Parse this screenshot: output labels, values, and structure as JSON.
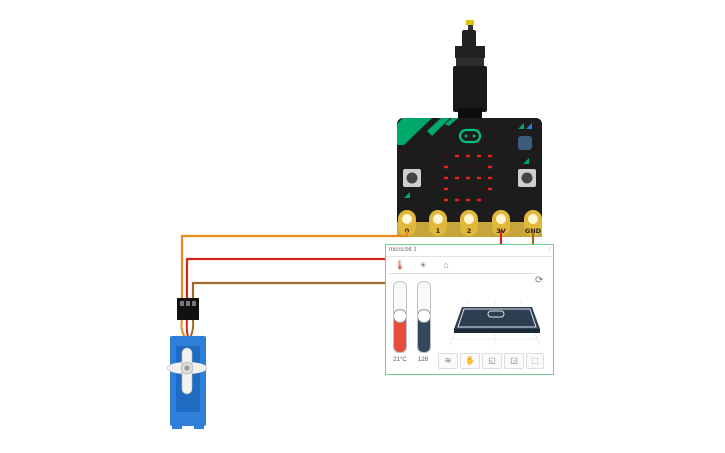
{
  "board": {
    "pin_labels": [
      "0",
      "1",
      "2",
      "3V",
      "GND"
    ],
    "led_matrix": [
      [
        0,
        1,
        1,
        1,
        1
      ],
      [
        1,
        0,
        0,
        0,
        1
      ],
      [
        1,
        1,
        1,
        1,
        1
      ],
      [
        1,
        0,
        0,
        0,
        1
      ],
      [
        1,
        1,
        1,
        1,
        0
      ]
    ],
    "led_color": "#e8231c",
    "accent_color": "#00a86b"
  },
  "wires": [
    {
      "name": "signal-wire",
      "color": "#e98a1a",
      "from": "pin 0",
      "to": "servo signal"
    },
    {
      "name": "power-wire",
      "color": "#d0241f",
      "from": "pin 3V",
      "to": "servo power"
    },
    {
      "name": "ground-wire",
      "color": "#9c6a2a",
      "from": "pin GND",
      "to": "servo ground"
    }
  ],
  "panel": {
    "title": "micro:bit 1",
    "tabs": [
      "thermometer-icon",
      "sun-icon",
      "home-icon"
    ],
    "temperature": {
      "value": 21,
      "label": "21°C",
      "fill_fraction": 0.5,
      "color": "#e74c3c"
    },
    "light": {
      "value": 128,
      "label": "128",
      "fill_fraction": 0.5,
      "color": "#34495e"
    },
    "gestures": [
      "shake-icon",
      "hand-icon",
      "tilt-left-icon",
      "tilt-right-icon",
      "freefall-icon"
    ]
  }
}
